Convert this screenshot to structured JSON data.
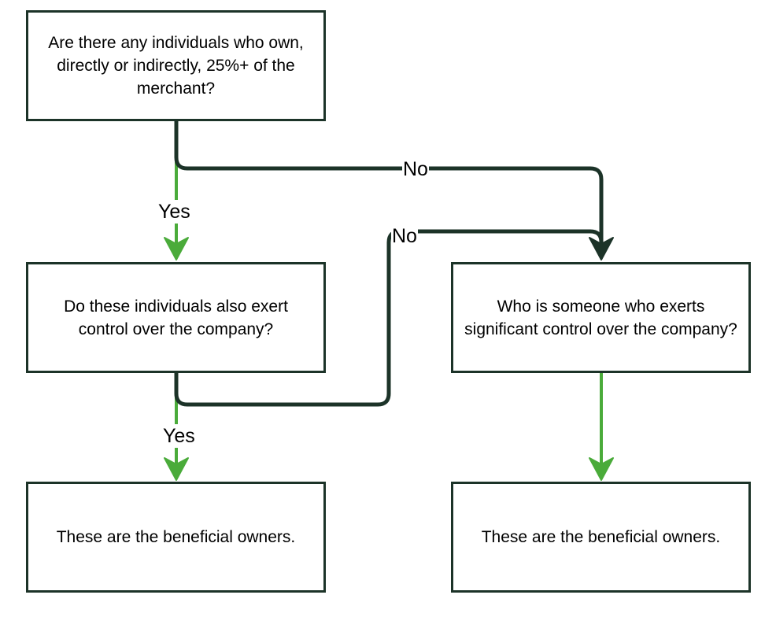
{
  "colors": {
    "box_border": "#1c3328",
    "no_edge": "#1c3328",
    "yes_edge": "#4aab3a",
    "text": "#000000",
    "background": "#ffffff"
  },
  "nodes": {
    "q1": "Are there any individuals who own, directly or indirectly, 25%+ of the merchant?",
    "q2": "Do these individuals also exert control over the company?",
    "q3": "Who is someone who exerts significant control over the company?",
    "r1": "These are the beneficial owners.",
    "r2": "These are the beneficial owners."
  },
  "edges": {
    "q1_yes": "Yes",
    "q1_no": "No",
    "q2_no": "No",
    "q2_yes": "Yes"
  }
}
